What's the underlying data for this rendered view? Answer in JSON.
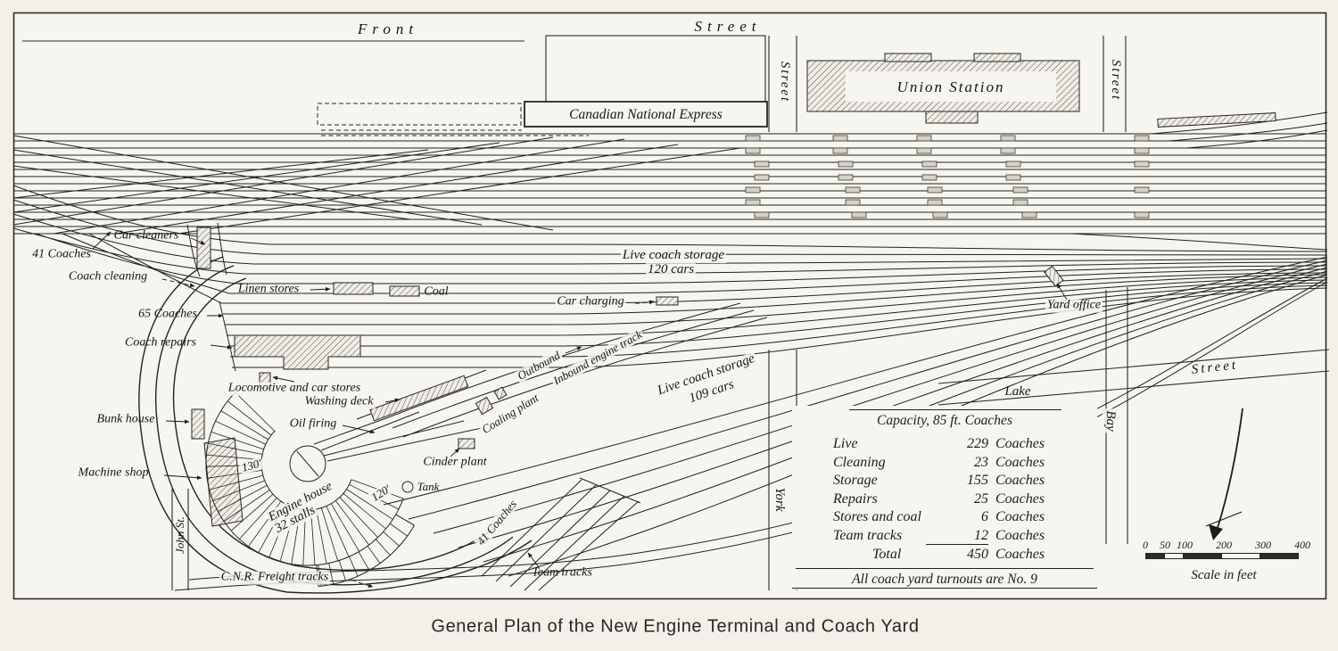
{
  "caption": "General Plan of the New Engine Terminal and Coach Yard",
  "streets": {
    "front": "Front",
    "front_street_word": "Street",
    "york_street_word": "Street",
    "bay_street_word": "Street",
    "lake": "Lake",
    "lake_street_word": "Street",
    "york": "York",
    "bay": "Bay",
    "john": "John St."
  },
  "buildings": {
    "union_station": "Union Station",
    "cne": "Canadian National Express"
  },
  "labels": {
    "coaches41_west": "41 Coaches",
    "car_cleaners": "Car cleaners",
    "coach_cleaning": "Coach cleaning",
    "linen_stores": "Linen stores",
    "coal": "Coal",
    "car_charging": "Car charging",
    "live_storage_120": "Live coach storage",
    "live_storage_120_cars": "120 cars",
    "yard_office": "Yard office",
    "coaches65": "65 Coaches",
    "coach_repairs": "Coach repairs",
    "loco_car_stores": "Locomotive and car stores",
    "washing_deck": "Washing deck",
    "oil_firing": "Oil firing",
    "bunk_house": "Bunk house",
    "machine_shop": "Machine shop",
    "dim_130": "130'",
    "engine_house": "Engine house",
    "stalls": "32 stalls",
    "dim_120": "120'",
    "cinder_plant": "Cinder plant",
    "tank": "Tank",
    "coaling_plant": "Coaling plant",
    "outbound": "Outbound",
    "inbound": "Inbound engine track",
    "live_storage_109": "Live coach storage",
    "live_storage_109_cars": "109 cars",
    "coaches41_team": "41 Coaches",
    "team_tracks": "Team tracks",
    "cnr_freight": "C.N.R. Freight tracks"
  },
  "capacity_table": {
    "title": "Capacity, 85 ft. Coaches",
    "rows": [
      {
        "item": "Live",
        "num": "229",
        "unit": "Coaches"
      },
      {
        "item": "Cleaning",
        "num": "23",
        "unit": "Coaches"
      },
      {
        "item": "Storage",
        "num": "155",
        "unit": "Coaches"
      },
      {
        "item": "Repairs",
        "num": "25",
        "unit": "Coaches"
      },
      {
        "item": "Stores and coal",
        "num": "6",
        "unit": "Coaches"
      },
      {
        "item": "Team tracks",
        "num": "12",
        "unit": "Coaches"
      }
    ],
    "total": {
      "item": "Total",
      "num": "450",
      "unit": "Coaches"
    },
    "footnote": "All coach yard turnouts are No. 9"
  },
  "scale_bar": {
    "ticks": [
      "0",
      "50",
      "100",
      "200",
      "300",
      "400"
    ],
    "label": "Scale in feet"
  },
  "colors": {
    "paper": "#f7f5ef",
    "ink": "#1c1c1a"
  }
}
